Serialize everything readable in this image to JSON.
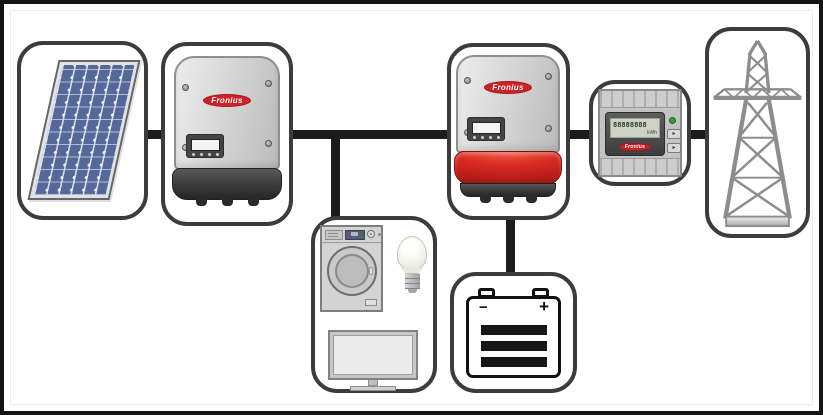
{
  "colors": {
    "brand_red": "#cc2127",
    "box_border": "#3c3c3c",
    "connector_black": "#1b1b1b",
    "panel_blue": "#54699a",
    "pylon_gray": "#8d8d8d",
    "inverter_gray": "#d7d7d7",
    "hybrid_band_red": "#d92b22",
    "lcd_green": "#ccd3c2"
  },
  "nodes": [
    {
      "id": "solar-panel",
      "icon": "solar-panel-icon"
    },
    {
      "id": "string-inverter",
      "icon": "inverter-icon",
      "brand": "Fronius"
    },
    {
      "id": "household-loads",
      "icon": "appliances-icon",
      "items": [
        "washing-machine-icon",
        "light-bulb-icon",
        "tv-icon"
      ]
    },
    {
      "id": "hybrid-inverter",
      "icon": "hybrid-inverter-icon",
      "brand": "Fronius"
    },
    {
      "id": "battery",
      "icon": "battery-icon",
      "minus_label": "−",
      "plus_label": "+"
    },
    {
      "id": "smart-meter",
      "icon": "smart-meter-icon",
      "brand": "Fronius",
      "display_value": "88888888",
      "display_unit": "kWh",
      "button_glyph": "▸"
    },
    {
      "id": "power-grid",
      "icon": "pylon-icon"
    }
  ],
  "edges": [
    {
      "from": "solar-panel",
      "to": "string-inverter"
    },
    {
      "from": "string-inverter",
      "to": "hybrid-inverter"
    },
    {
      "from": "string-inverter",
      "to": "household-loads"
    },
    {
      "from": "hybrid-inverter",
      "to": "battery"
    },
    {
      "from": "hybrid-inverter",
      "to": "smart-meter"
    },
    {
      "from": "smart-meter",
      "to": "power-grid"
    }
  ]
}
